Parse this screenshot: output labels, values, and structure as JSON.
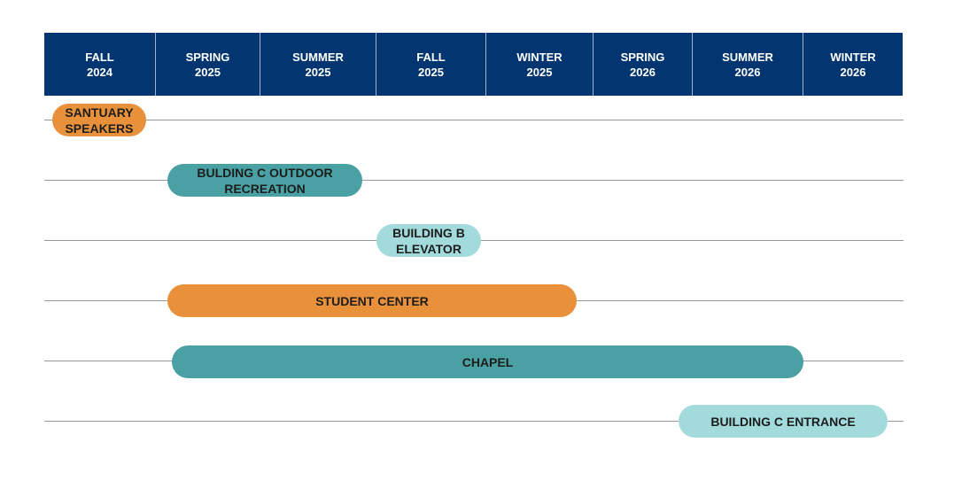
{
  "chart_data": {
    "type": "gantt",
    "title": "",
    "columns": [
      {
        "season": "FALL",
        "year": "2024"
      },
      {
        "season": "SPRING",
        "year": "2025"
      },
      {
        "season": "SUMMER",
        "year": "2025"
      },
      {
        "season": "FALL",
        "year": "2025"
      },
      {
        "season": "WINTER",
        "year": "2025"
      },
      {
        "season": "SPRING",
        "year": "2026"
      },
      {
        "season": "SUMMER",
        "year": "2026"
      },
      {
        "season": "WINTER",
        "year": "2026"
      }
    ],
    "tasks": [
      {
        "label": "SANTUARY SPEAKERS",
        "start": "FALL 2024",
        "end": "FALL 2024",
        "color": "#E8913A"
      },
      {
        "label": "BULDING C OUTDOOR RECREATION",
        "start": "SPRING 2025",
        "end": "SUMMER 2025",
        "color": "#49A1A3"
      },
      {
        "label": "BUILDING B ELEVATOR",
        "start": "FALL 2025",
        "end": "FALL 2025",
        "color": "#A3DADC"
      },
      {
        "label": "STUDENT CENTER",
        "start": "SPRING 2025",
        "end": "WINTER 2025",
        "color": "#E8913A"
      },
      {
        "label": "CHAPEL",
        "start": "SPRING 2025",
        "end": "SUMMER 2026",
        "color": "#49A1A3"
      },
      {
        "label": "BUILDING C ENTRANCE",
        "start": "SUMMER 2026",
        "end": "WINTER 2026",
        "color": "#A3DADC"
      }
    ]
  },
  "header": {
    "bg_color": "#033670",
    "cols": [
      {
        "season": "FALL",
        "year": "2024"
      },
      {
        "season": "SPRING",
        "year": "2025"
      },
      {
        "season": "SUMMER",
        "year": "2025"
      },
      {
        "season": "FALL",
        "year": "2025"
      },
      {
        "season": "WINTER",
        "year": "2025"
      },
      {
        "season": "SPRING",
        "year": "2026"
      },
      {
        "season": "SUMMER",
        "year": "2026"
      },
      {
        "season": "WINTER",
        "year": "2026"
      }
    ]
  },
  "bars": {
    "b0": {
      "line1": "SANTUARY",
      "line2": "SPEAKERS"
    },
    "b1": {
      "line1": "BULDING C OUTDOOR",
      "line2": "RECREATION"
    },
    "b2": {
      "line1": "BUILDING B",
      "line2": "ELEVATOR"
    },
    "b3": {
      "line1": "STUDENT CENTER"
    },
    "b4": {
      "line1": "CHAPEL"
    },
    "b5": {
      "line1": "BUILDING C ENTRANCE"
    }
  }
}
